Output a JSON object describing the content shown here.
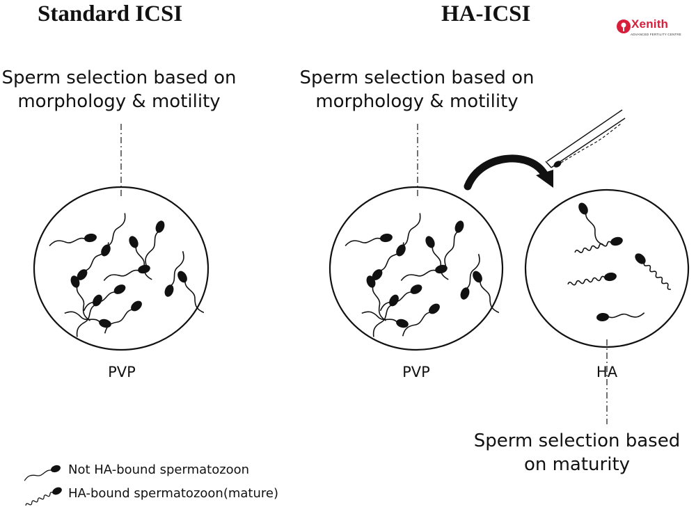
{
  "titles": {
    "left": "Standard ICSI",
    "right": "HA-ICSI"
  },
  "captions": {
    "left": "Sperm selection based on\nmorphology & motility",
    "middle": "Sperm selection based on\nmorphology & motility",
    "right": "Sperm selection based\non maturity"
  },
  "dish_labels": {
    "left": "PVP",
    "middle": "PVP",
    "right": "HA"
  },
  "legend": {
    "not_bound": "Not HA-bound spermatozoon",
    "bound": "HA-bound spermatozoon(mature)"
  },
  "logo": {
    "name": "Xenith",
    "tagline": "ADVANCED FERTILITY CENTRE",
    "color": "#d81e3a"
  }
}
